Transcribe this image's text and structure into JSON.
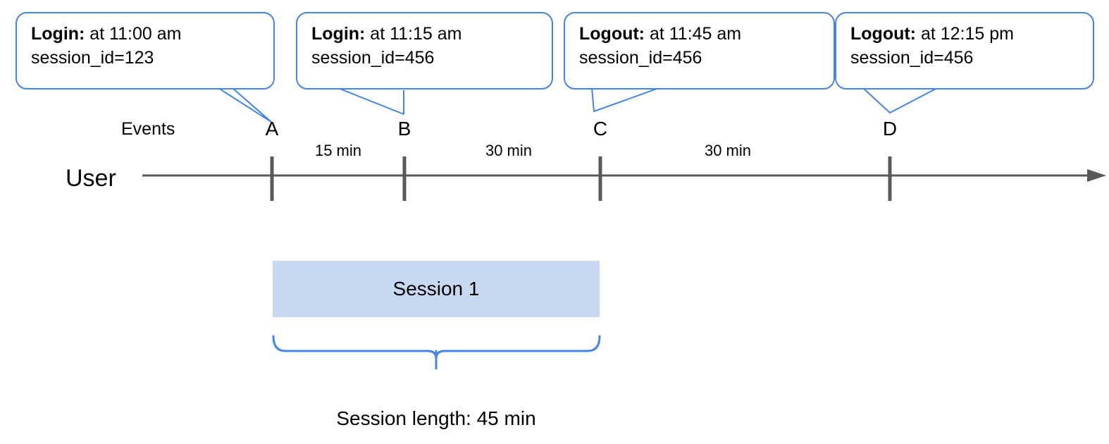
{
  "diagram": {
    "lanes": {
      "events_label": "Events",
      "user_label": "User"
    },
    "events": [
      {
        "tick": "A",
        "type": "Login:",
        "time": " at 11:00 am",
        "session_id": "session_id=123"
      },
      {
        "tick": "B",
        "type": "Login:",
        "time": " at 11:15 am",
        "session_id": "session_id=456"
      },
      {
        "tick": "C",
        "type": "Logout:",
        "time": " at 11:45 am",
        "session_id": "session_id=456"
      },
      {
        "tick": "D",
        "type": "Logout:",
        "time": " at 12:15 pm",
        "session_id": "session_id=456"
      }
    ],
    "gaps": [
      {
        "label": "15 min"
      },
      {
        "label": "30 min"
      },
      {
        "label": "30 min"
      }
    ],
    "session": {
      "box_label": "Session 1",
      "caption": "Session length: 45 min"
    },
    "colors": {
      "callout_border": "#4285e8",
      "session_fill": "#c6d9f1",
      "brace": "#4285e8",
      "axis": "#595959",
      "text": "#000000"
    }
  }
}
